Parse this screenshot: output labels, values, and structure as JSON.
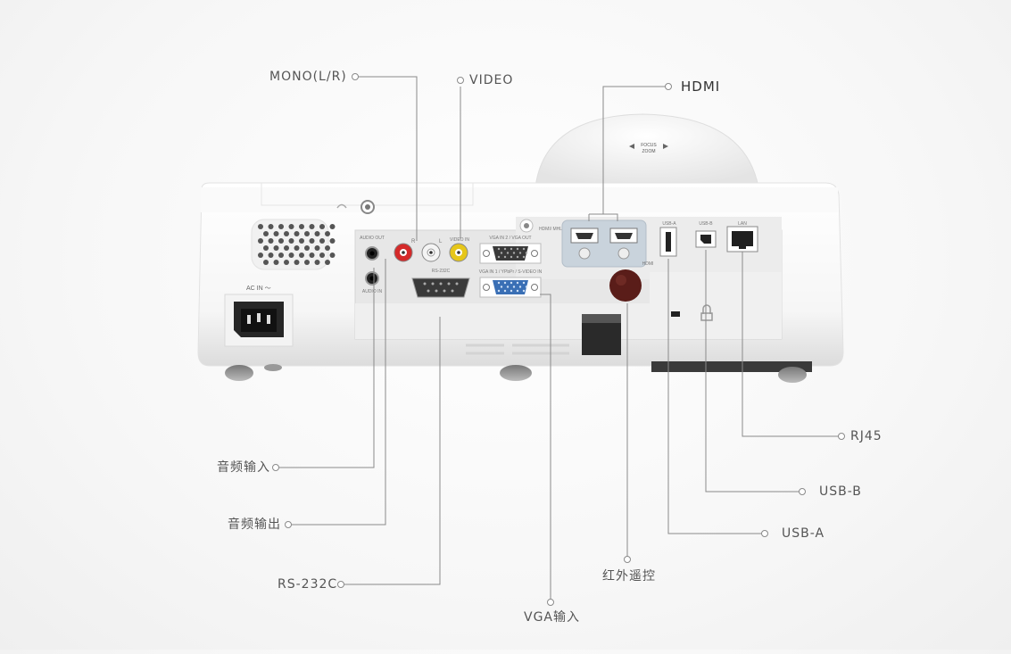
{
  "callouts": {
    "mono": "MONO(L/R)",
    "video": "VIDEO",
    "hdmi": "HDMI",
    "audio_in": "音频输入",
    "audio_out": "音频输出",
    "rs232c": "RS-232C",
    "vga_in": "VGA输入",
    "ir_receiver": "红外遥控",
    "usb_a": "USB-A",
    "usb_b": "USB-B",
    "rj45": "RJ45"
  },
  "device_panel_text": {
    "ac_in": "AC IN ～",
    "audio_out_port": "AUDIO OUT",
    "audio_in_port": "AUDIO IN",
    "r": "R",
    "l": "L",
    "video_in": "VIDEO IN",
    "vga_in2_out": "VGA IN 2 / VGA OUT",
    "hdmi_mhl": "HDMI/ MHL",
    "hdmi": "HDMI",
    "rs232c_port": "RS-232C",
    "vga_in1": "VGA IN 1 / YPbPr / S-VIDEO IN",
    "usb_a_port": "USB-A",
    "usb_b_port": "USB-B",
    "lan": "LAN",
    "focus": "FOCUS",
    "zoom": "ZOOM"
  },
  "colors": {
    "body": "#fbfbfb",
    "panel": "#e9e9e9",
    "callout_line": "#8a8a8a",
    "red_rca": "#d42a2a",
    "yellow_rca": "#e6c619",
    "vga_blue": "#3a6fb5"
  }
}
